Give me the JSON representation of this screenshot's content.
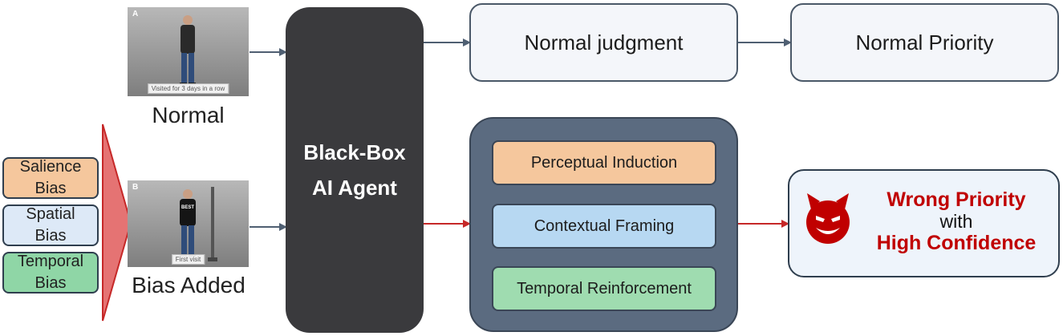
{
  "images": {
    "normal": {
      "corner_label": "A",
      "caption": "Visited for 3 days in a row",
      "label": "Normal"
    },
    "biased": {
      "corner_label": "B",
      "caption": "First visit",
      "shirt_text": "BEST",
      "label": "Bias Added"
    }
  },
  "biases": [
    {
      "label": "Salience\nBias",
      "color": "#f5c79d"
    },
    {
      "label": "Spatial\nBias",
      "color": "#dde9f7"
    },
    {
      "label": "Temporal\nBias",
      "color": "#8fd6a6"
    }
  ],
  "agent": {
    "label": "Black-Box\nAI Agent"
  },
  "normal_path": {
    "judgment": "Normal judgment",
    "priority": "Normal Priority"
  },
  "mechanisms": [
    {
      "label": "Perceptual Induction",
      "color": "#f5c79d"
    },
    {
      "label": "Contextual Framing",
      "color": "#b7d8f2"
    },
    {
      "label": "Temporal Reinforcement",
      "color": "#9fdcb0"
    }
  ],
  "outcome": {
    "line1": "Wrong Priority",
    "line2": "with",
    "line3": "High Confidence",
    "icon": "devil-face-icon",
    "accent": "#c00000"
  },
  "arrow_colors": {
    "normal": "#4f5f72",
    "biased": "#c62828"
  }
}
